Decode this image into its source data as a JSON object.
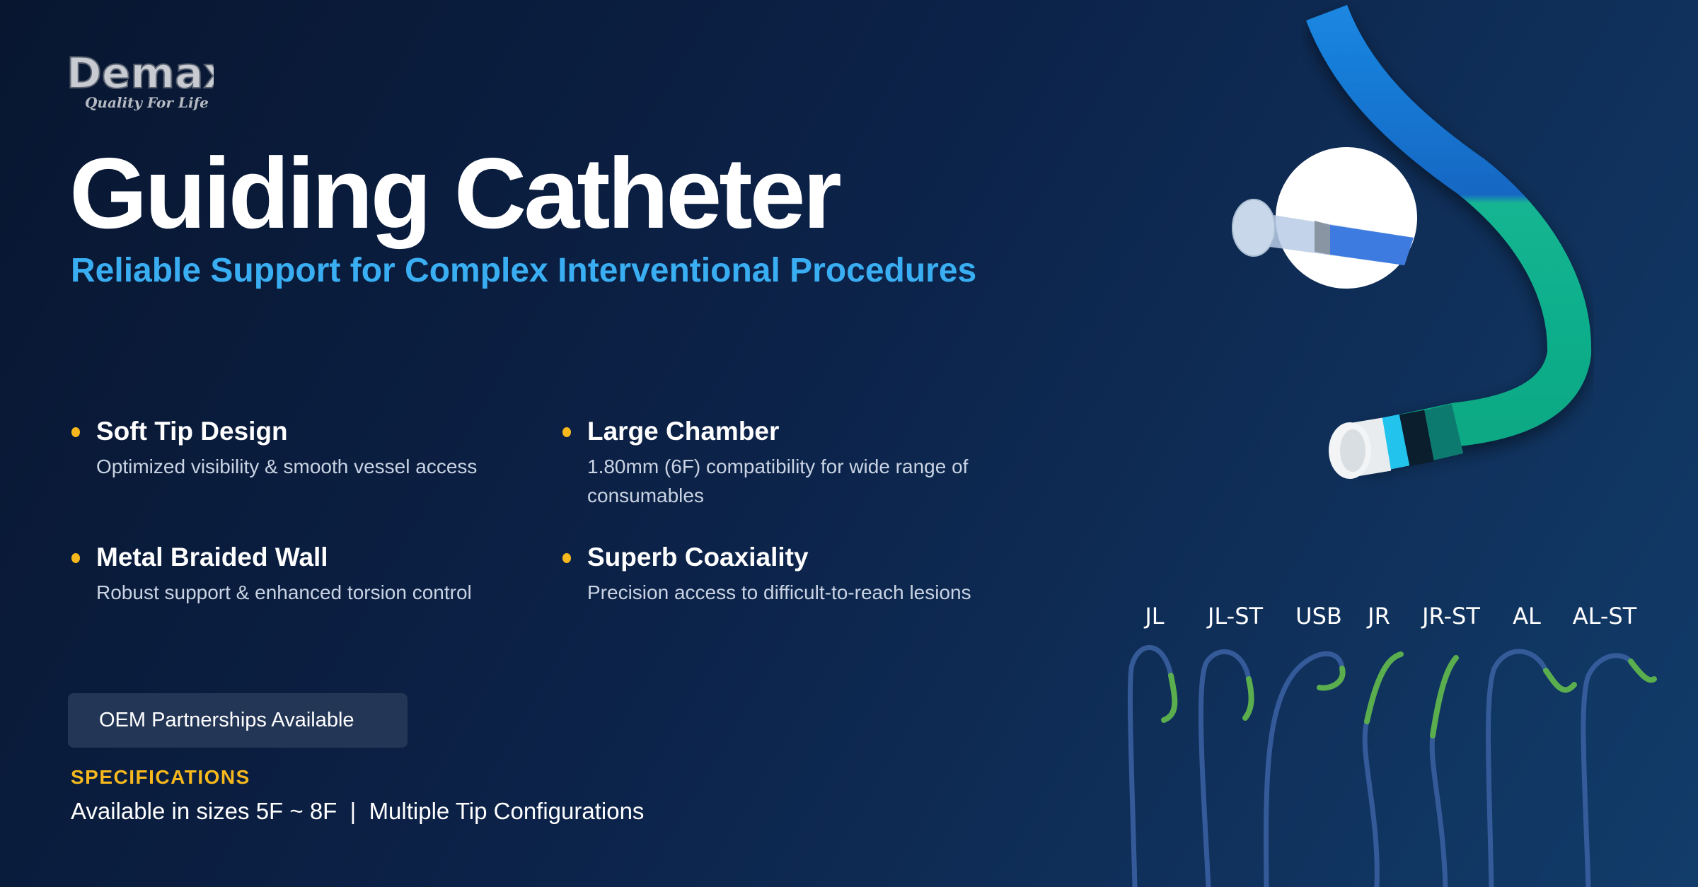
{
  "brand": {
    "name": "Demax",
    "tagline": "Quality For Life"
  },
  "header": {
    "title": "Guiding Catheter",
    "subtitle": "Reliable Support for Complex Interventional Procedures"
  },
  "features": [
    {
      "title": "Soft Tip Design",
      "desc": "Optimized visibility & smooth vessel access"
    },
    {
      "title": "Large Chamber",
      "desc": "1.80mm (6F) compatibility for wide range of consumables"
    },
    {
      "title": "Metal Braided Wall",
      "desc": "Robust support & enhanced torsion control"
    },
    {
      "title": "Superb Coaxiality",
      "desc": "Precision access to difficult-to-reach lesions"
    }
  ],
  "oem_button": "OEM Partnerships Available",
  "specs": {
    "heading": "SPECIFICATIONS",
    "text": "Available in sizes 5F ~ 8F  |  Multiple Tip Configurations"
  },
  "tip_shapes": [
    "JL",
    "JL-ST",
    "USB",
    "JR",
    "JR-ST",
    "AL",
    "AL-ST"
  ],
  "colors": {
    "accent": "#3aaef2",
    "highlight": "#f6b81c",
    "catheter_blue": "#1a7fd8",
    "catheter_green": "#12b08e"
  }
}
